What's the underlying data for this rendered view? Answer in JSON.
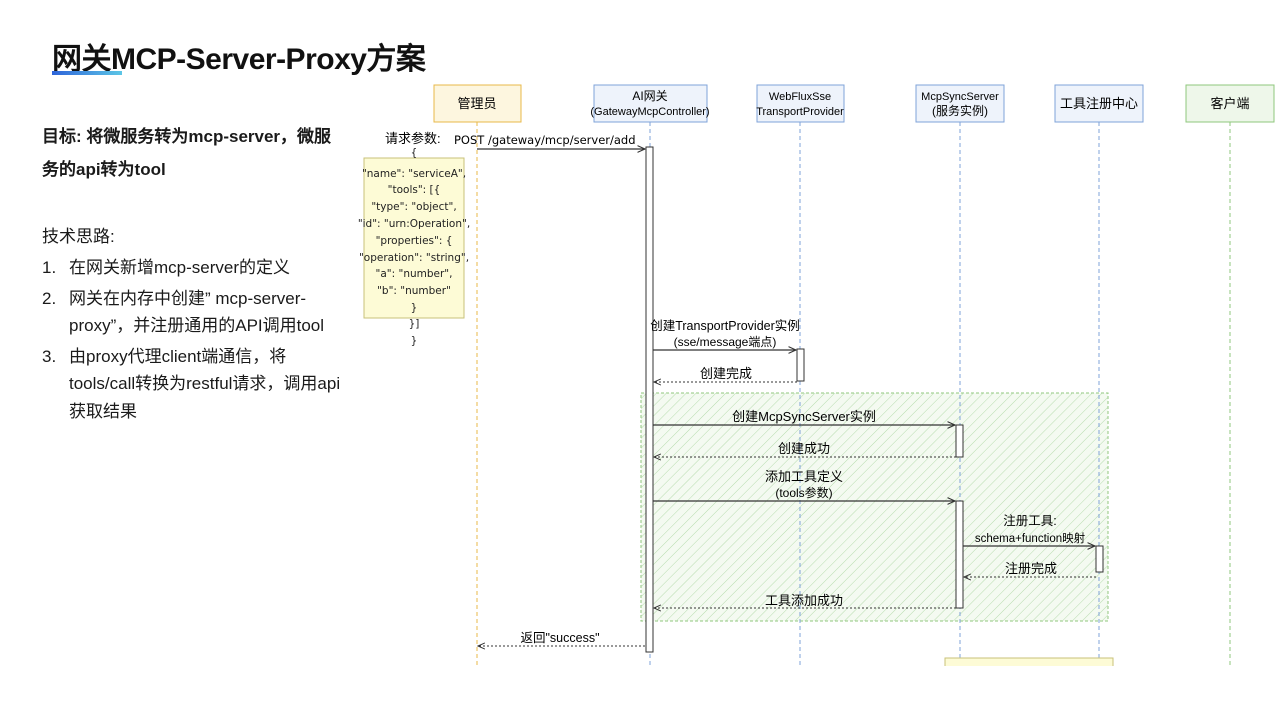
{
  "page": {
    "title": "网关MCP-Server-Proxy方案",
    "goal": "目标: 将微服务转为mcp-server，微服务的api转为tool",
    "tech_heading": "技术思路:",
    "steps": [
      {
        "num": "1.",
        "text": "在网关新增mcp-server的定义"
      },
      {
        "num": "2.",
        "text": "网关在内存中创建” mcp-server-proxy”，并注册通用的API调用tool"
      },
      {
        "num": "3.",
        "text": "由proxy代理client端通信，将tools/call转换为restful请求，调用api获取结果"
      }
    ]
  },
  "colors": {
    "accent_blue": "#2e64d9",
    "accent_cyan": "#5cc6e6",
    "admin_border": "#e8b84a",
    "admin_fill": "#fdf6df",
    "blue_border": "#7fa3d8",
    "blue_fill": "#eef3fb",
    "green_border": "#8fc77c",
    "green_fill": "#eef7ea",
    "json_fill": "#fdfbd6",
    "line": "#333333"
  },
  "diagram": {
    "participants": [
      {
        "id": "admin",
        "lines": [
          "管理员"
        ]
      },
      {
        "id": "gateway",
        "lines": [
          "AI网关",
          "(GatewayMcpController)"
        ]
      },
      {
        "id": "webflux",
        "lines": [
          "WebFluxSse",
          "TransportProvider"
        ]
      },
      {
        "id": "mcpsync",
        "lines": [
          "McpSyncServer",
          "(服务实例)"
        ]
      },
      {
        "id": "registry",
        "lines": [
          "工具注册中心"
        ]
      },
      {
        "id": "client",
        "lines": [
          "客户端"
        ]
      }
    ],
    "request_label": "请求参数:",
    "request_json": [
      "{",
      "\"name\": \"serviceA\",",
      "\"tools\": [{",
      "\"type\": \"object\",",
      "\"id\": \"urn:Operation\",",
      "\"properties\": {",
      "\"operation\": \"string\",",
      "\"a\": \"number\",",
      "\"b\": \"number\"",
      "}",
      "}]",
      "}"
    ],
    "messages": {
      "post": "POST /gateway/mcp/server/add",
      "create_transport": [
        "创建TransportProvider实例",
        "(sse/message端点)"
      ],
      "create_done": "创建完成",
      "create_mcpsync": "创建McpSyncServer实例",
      "create_success": "创建成功",
      "add_tool_def": [
        "添加工具定义",
        "(tools参数)"
      ],
      "register_tool": [
        "注册工具:",
        "schema+function映射"
      ],
      "register_done": "注册完成",
      "tool_added": "工具添加成功",
      "return_success": "返回\"success\""
    }
  }
}
